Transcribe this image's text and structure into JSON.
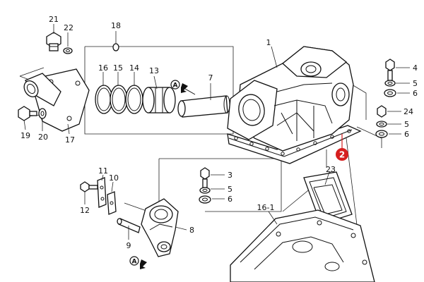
{
  "callouts": {
    "c1": "1",
    "c2": "2",
    "c3": "3",
    "c4": "4",
    "c5a": "5",
    "c5b": "5",
    "c5c": "5",
    "c6a": "6",
    "c6b": "6",
    "c6c": "6",
    "c7": "7",
    "c8": "8",
    "c9": "9",
    "c10": "10",
    "c11": "11",
    "c12": "12",
    "c13": "13",
    "c14": "14",
    "c15": "15",
    "c16": "16",
    "c16_1": "16-1",
    "c17": "17",
    "c18": "18",
    "c19": "19",
    "c20": "20",
    "c21": "21",
    "c22": "22",
    "c23": "23",
    "c24": "24"
  },
  "highlight": {
    "label": "2",
    "color": "#d61f1f"
  },
  "flow_markers": {
    "top": "A",
    "bottom": "A"
  }
}
